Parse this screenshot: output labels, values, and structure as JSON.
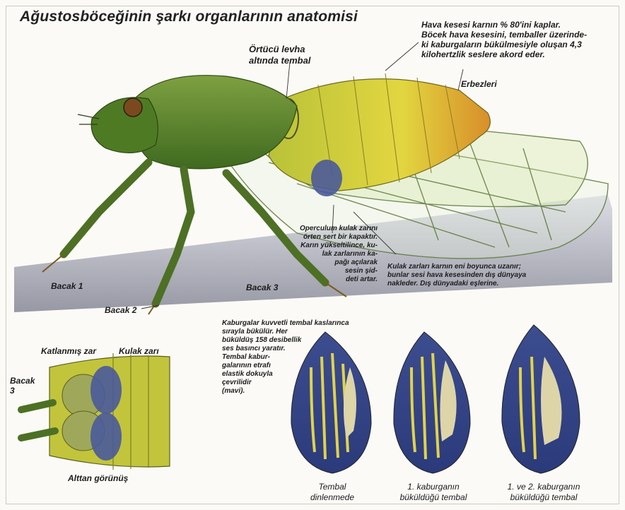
{
  "title": "Ağustosböceğinin şarkı organlarının anatomisi",
  "labels": {
    "air_sac_line1": "Hava kesesi karnın % 80'ini kaplar.",
    "air_sac_line2": "Böcek hava kesesini, temballer üzerinde-",
    "air_sac_line3": "ki kaburgaların bükülmesiyle oluşan 4,3",
    "air_sac_line4": "kilohertzlik seslere akord eder.",
    "tymbal_cover_1": "Örtücü levha",
    "tymbal_cover_2": "altında tembal",
    "gonads": "Erbezleri",
    "operculum_1": "Operculum kulak zarını",
    "operculum_2": "örten sert bir kapaktır.",
    "operculum_3": "Karın yükseltilince, ku-",
    "operculum_4": "lak zarlarının ka-",
    "operculum_5": "pağı açılarak",
    "operculum_6": "sesin şid-",
    "operculum_7": "deti artar.",
    "eardrum_note_1": "Kulak zarları karnın eni boyunca uzanır;",
    "eardrum_note_2": "bunlar sesi hava kesesinden dış dünyaya",
    "eardrum_note_3": "nakleder. Dış dünyadaki eşlerine.",
    "leg1": "Bacak 1",
    "leg2": "Bacak 2",
    "leg3": "Bacak 3",
    "ribs_1": "Kaburgalar kuvvetli tembal kaslarınca",
    "ribs_2": "sırayla bükülür. Her",
    "ribs_3": "büküldüş 158 desibellik",
    "ribs_4": "ses basıncı yaratır.",
    "ribs_5": "Tembal kabur-",
    "ribs_6": "galarının etrafı",
    "ribs_7": "elastik dokuyla",
    "ribs_8": "çevrilidir",
    "ribs_9": "(mavi).",
    "folded_membrane": "Katlanmış zar",
    "eardrum": "Kulak zarı",
    "leg3_small_1": "Bacak",
    "leg3_small_2": "3",
    "bottom_view": "Alttan görünüş"
  },
  "captions": {
    "tymbal_rest_1": "Tembal",
    "tymbal_rest_2": "dinlenmede",
    "tymbal_first_1": "1. kaburganın",
    "tymbal_first_2": "büküldüğü tembal",
    "tymbal_both_1": "1. ve 2. kaburganın",
    "tymbal_both_2": "büküldüğü tembal"
  },
  "colors": {
    "body_green": "#5f8a2c",
    "abdomen_yellow": "#d9cf3c",
    "membrane_blue": "#4a5a9a",
    "branch_gray": "#8b8d9a"
  }
}
